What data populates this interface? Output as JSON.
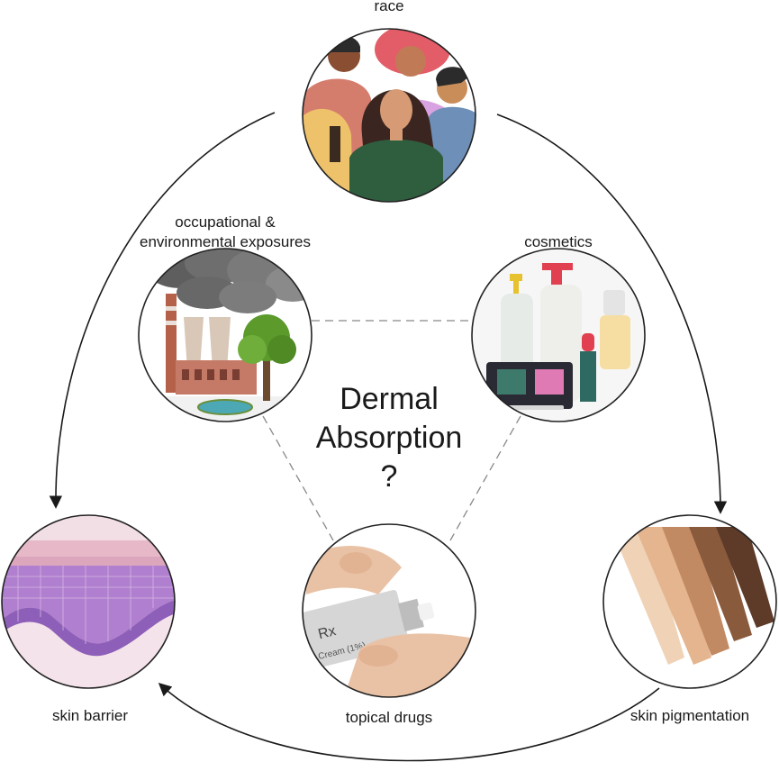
{
  "center": {
    "line1": "Dermal",
    "line2": "Absorption",
    "line3": "?"
  },
  "nodes": {
    "race": "race",
    "occupational_line1": "occupational &",
    "occupational_line2": "environmental exposures",
    "cosmetics": "cosmetics",
    "skin_barrier": "skin barrier",
    "topical_drugs": "topical drugs",
    "skin_pigmentation": "skin pigmentation"
  },
  "tube": {
    "rx": "Rx",
    "cream": "Cream (1%)"
  },
  "colors": {
    "line": "#1a1a1a",
    "dash": "#888888",
    "circle_border": "#222222",
    "skin_purple": "#b07fcf",
    "factory_brick": "#b5614a",
    "tree_green": "#5c9a2c",
    "woman_green": "#2f5e3f"
  }
}
